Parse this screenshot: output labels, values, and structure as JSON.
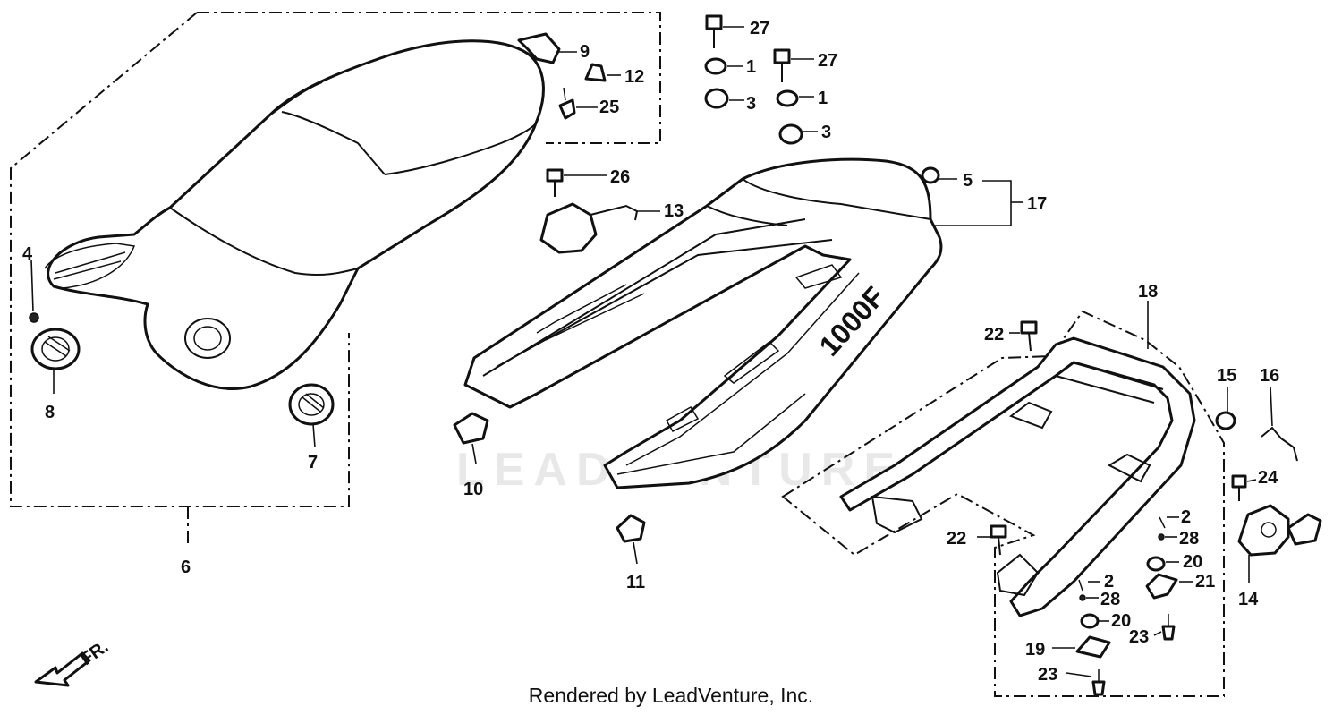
{
  "callouts": {
    "c1a": "1",
    "c1b": "1",
    "c2a": "2",
    "c2b": "2",
    "c3a": "3",
    "c3b": "3",
    "c4": "4",
    "c5": "5",
    "c6": "6",
    "c7": "7",
    "c8": "8",
    "c9": "9",
    "c10": "10",
    "c11": "11",
    "c12": "12",
    "c13": "13",
    "c14": "14",
    "c15": "15",
    "c16": "16",
    "c17": "17",
    "c18": "18",
    "c19": "19",
    "c20a": "20",
    "c20b": "20",
    "c21": "21",
    "c22a": "22",
    "c22b": "22",
    "c23a": "23",
    "c23b": "23",
    "c24": "24",
    "c25": "25",
    "c26": "26",
    "c27a": "27",
    "c27b": "27",
    "c28a": "28",
    "c28b": "28"
  },
  "decal_text": "1000F",
  "direction_label": "FR.",
  "watermark": "LEADVENTURE",
  "credit": "Rendered by LeadVenture, Inc."
}
